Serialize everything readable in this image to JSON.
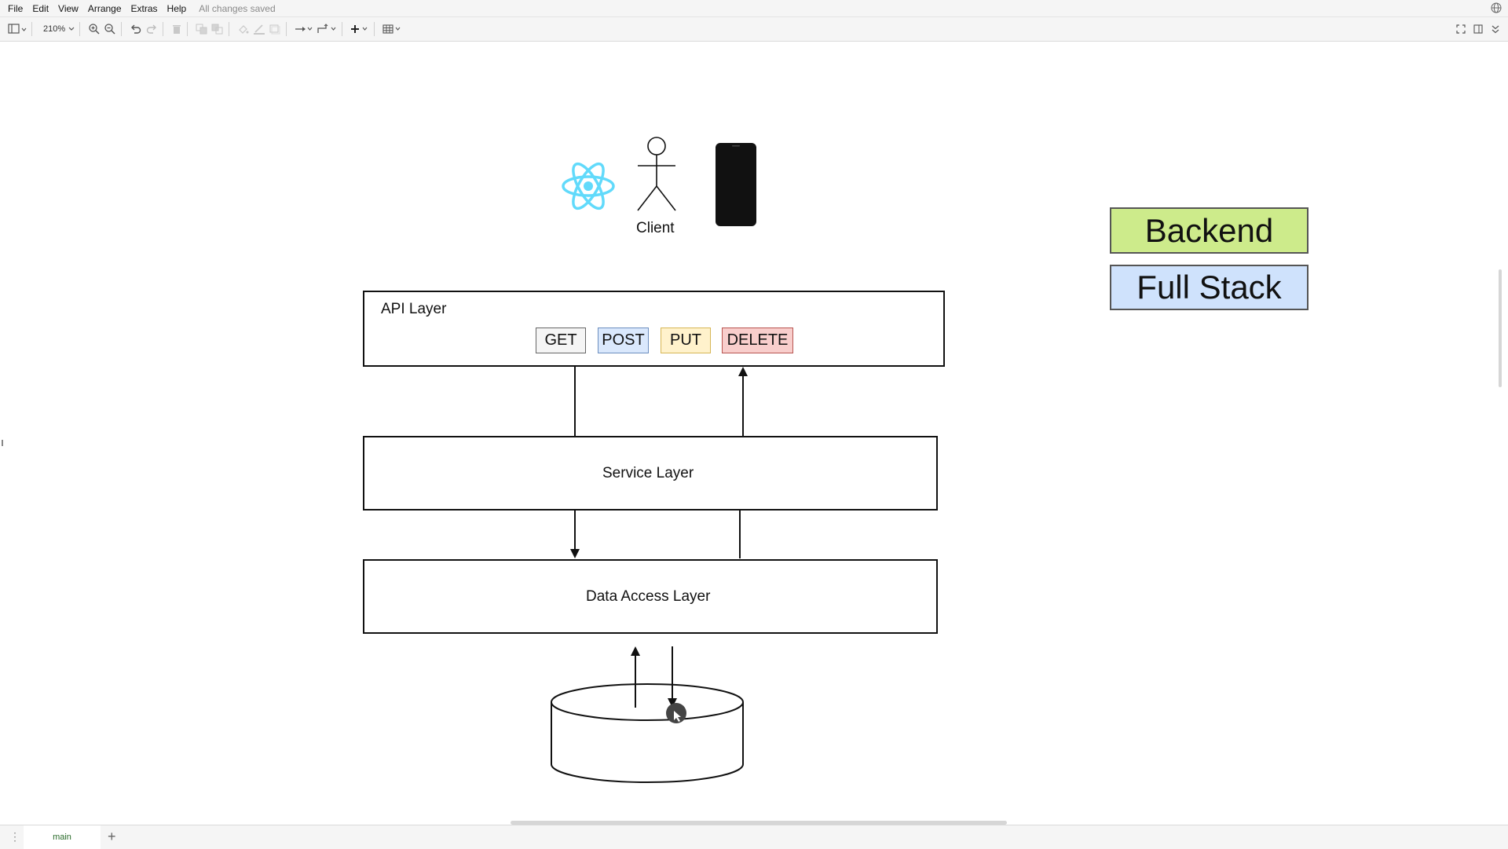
{
  "menubar": {
    "items": [
      "File",
      "Edit",
      "View",
      "Arrange",
      "Extras",
      "Help"
    ],
    "status": "All changes saved"
  },
  "toolbar": {
    "zoom": "210%",
    "icons": [
      "panel-toggle-icon",
      "zoom-in-icon",
      "zoom-out-icon",
      "undo-icon",
      "redo-icon",
      "delete-icon",
      "to-front-icon",
      "to-back-icon",
      "fill-color-icon",
      "line-color-icon",
      "shadow-icon",
      "connection-icon",
      "waypoints-icon",
      "insert-icon",
      "table-icon",
      "fullscreen-icon",
      "format-panel-icon",
      "collapse-icon"
    ]
  },
  "diagram": {
    "client_label": "Client",
    "api_layer_label": "API Layer",
    "methods": [
      {
        "label": "GET",
        "fill": "#f5f5f5",
        "border": "#666666"
      },
      {
        "label": "POST",
        "fill": "#dae8fc",
        "border": "#6c8ebf"
      },
      {
        "label": "PUT",
        "fill": "#fff2cc",
        "border": "#d6b656"
      },
      {
        "label": "DELETE",
        "fill": "#f8cecc",
        "border": "#b85450"
      }
    ],
    "service_layer_label": "Service Layer",
    "data_access_label": "Data Access Layer",
    "legend": [
      {
        "label": "Backend",
        "fill": "#cdeb8b"
      },
      {
        "label": "Full Stack",
        "fill": "#cfe2fc"
      }
    ],
    "react_color": "#61dafb"
  },
  "pages": {
    "tabs": [
      "main"
    ],
    "add_label": "+"
  }
}
